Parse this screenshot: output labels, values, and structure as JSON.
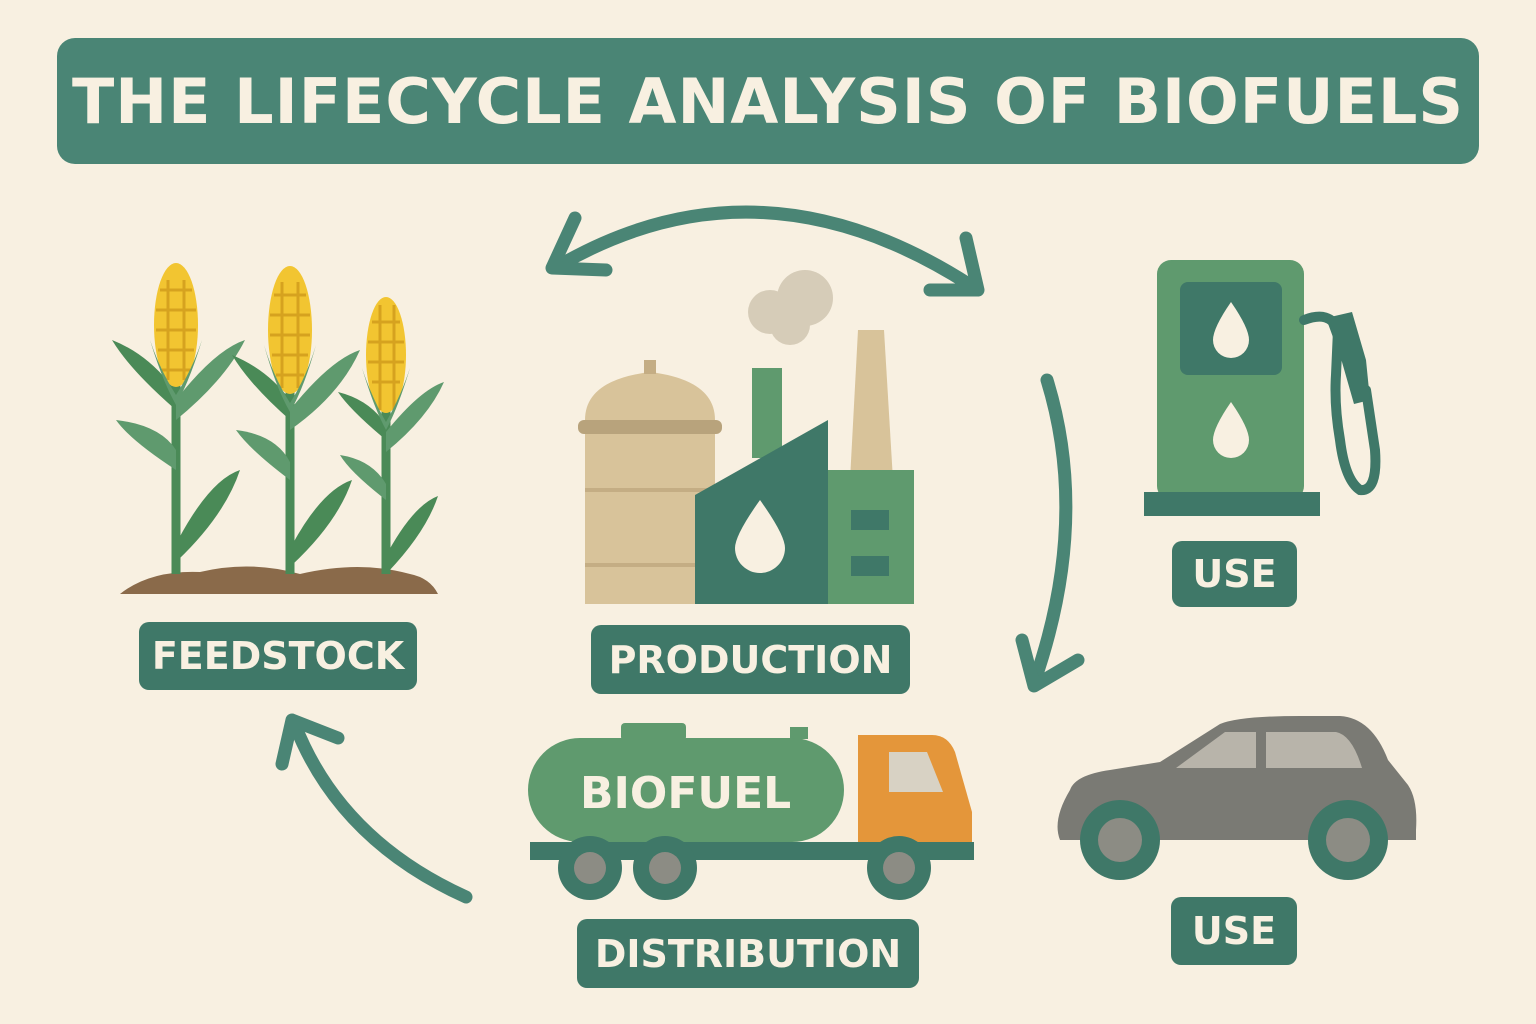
{
  "title": "THE LIFECYCLE ANALYSIS OF BIOFUELS",
  "stages": {
    "feedstock": "FEEDSTOCK",
    "production": "PRODUCTION",
    "distribution": "DISTRIBUTION",
    "use_pump": "USE",
    "use_car": "USE"
  },
  "truck_tank_label": "BIOFUEL",
  "icons": [
    "corn-plants-icon",
    "factory-icon",
    "fuel-pump-icon",
    "tanker-truck-icon",
    "car-icon",
    "cycle-arrow-icon"
  ],
  "colors": {
    "background": "#f8f0e1",
    "primary_green": "#4a8575",
    "dark_green": "#3f7868",
    "light_green": "#5f9a6e",
    "tan": "#d8c39a",
    "corn_yellow": "#f2c531",
    "truck_orange": "#e4963a",
    "car_gray": "#7a7a74"
  }
}
